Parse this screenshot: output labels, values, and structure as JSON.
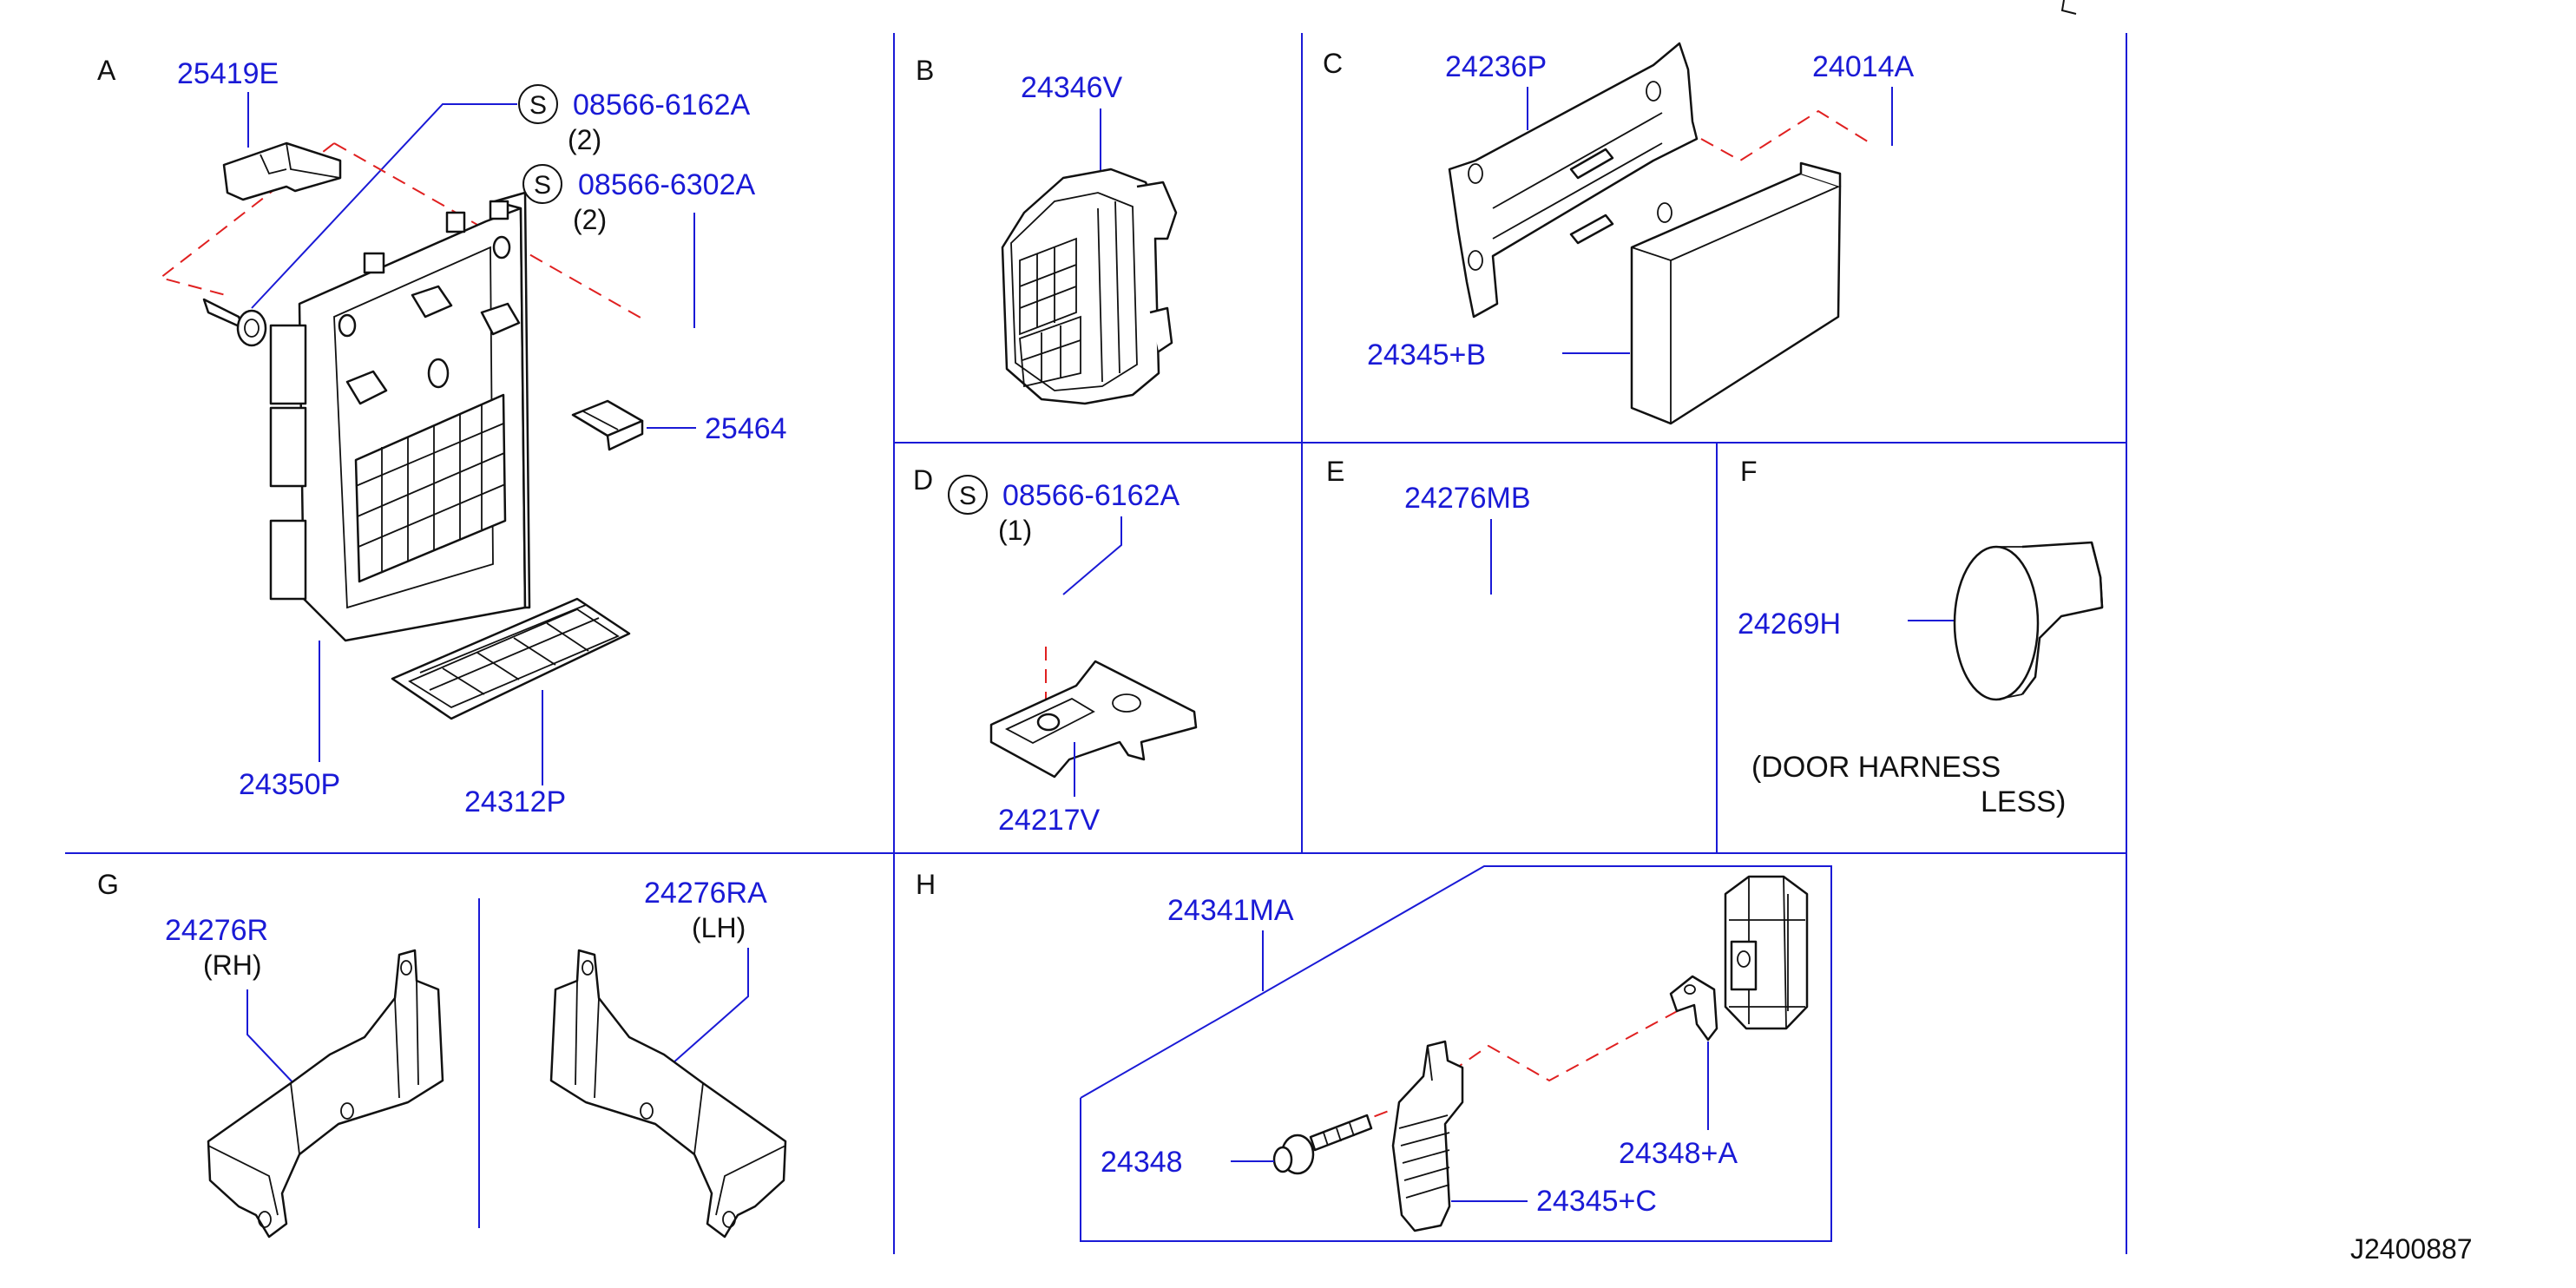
{
  "diagram_id": "J2400887",
  "sections": {
    "A": {
      "letter": "A",
      "parts": {
        "p25419E": "25419E",
        "s1_symbol": "S",
        "s1_code": "08566-6162A",
        "s1_qty": "(2)",
        "s2_symbol": "S",
        "s2_code": "08566-6302A",
        "s2_qty": "(2)",
        "p25464": "25464",
        "p24350P": "24350P",
        "p24312P": "24312P"
      }
    },
    "B": {
      "letter": "B",
      "parts": {
        "p24346V": "24346V"
      }
    },
    "C": {
      "letter": "C",
      "parts": {
        "p24236P": "24236P",
        "p24014A": "24014A",
        "p24345B": "24345+B"
      }
    },
    "D": {
      "letter": "D",
      "parts": {
        "s_symbol": "S",
        "s_code": "08566-6162A",
        "s_qty": "(1)",
        "p24217V": "24217V"
      }
    },
    "E": {
      "letter": "E",
      "parts": {
        "p24276MB": "24276MB"
      }
    },
    "F": {
      "letter": "F",
      "parts": {
        "p24269H": "24269H",
        "note_line1": "(DOOR   HARNESS",
        "note_line2": "LESS)"
      }
    },
    "G": {
      "letter": "G",
      "parts": {
        "p24276R": "24276R",
        "rh": "(RH)",
        "p24276RA": "24276RA",
        "lh": "(LH)"
      }
    },
    "H": {
      "letter": "H",
      "parts": {
        "p24341MA": "24341MA",
        "p24348": "24348",
        "p24348A": "24348+A",
        "p24345C": "24345+C"
      }
    }
  }
}
